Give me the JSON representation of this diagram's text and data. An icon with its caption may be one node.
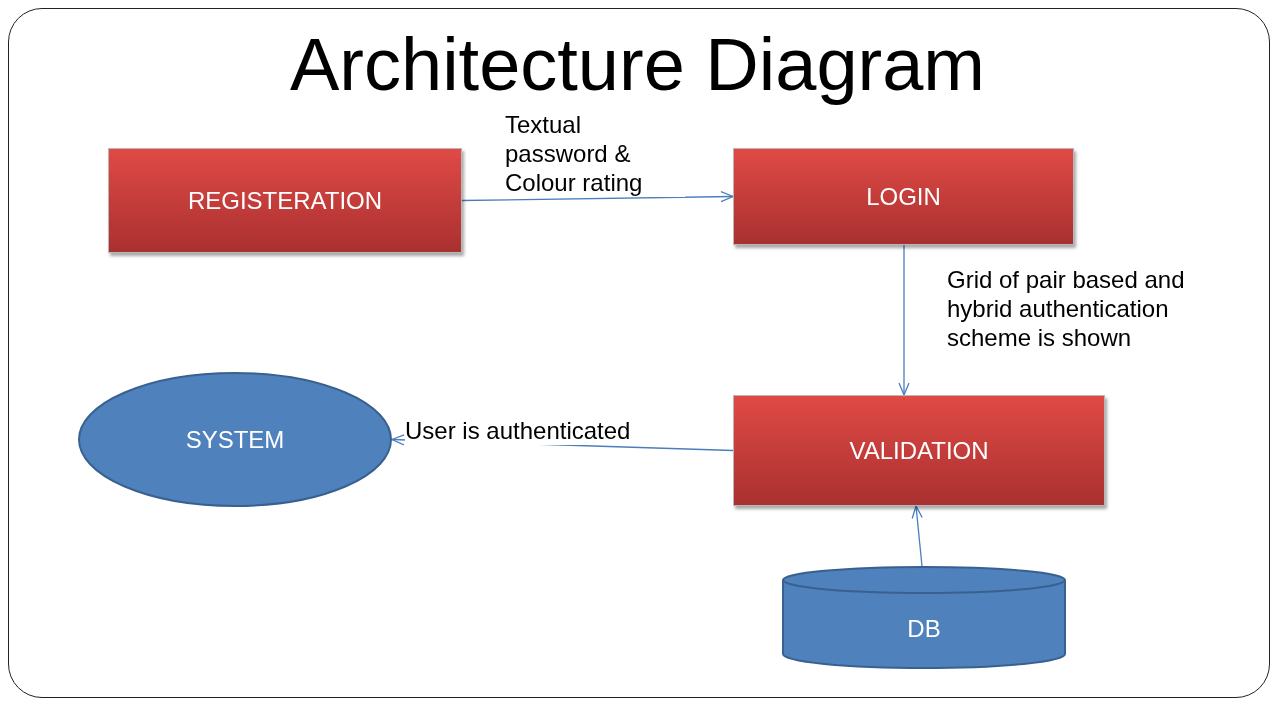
{
  "diagram": {
    "title": "Architecture Diagram",
    "nodes": [
      {
        "text": [
          "REGISTERATION"
        ]
      },
      {
        "text": [
          "LOGIN"
        ]
      },
      {
        "text": [
          "VALIDATION"
        ]
      },
      {
        "text": [
          "SYSTEM"
        ]
      },
      {
        "text": [
          "DB"
        ]
      }
    ],
    "edges": [
      {
        "from": 0,
        "to": 1,
        "arrow": "to",
        "label": "Textual password & Colour rating"
      },
      {
        "from": 1,
        "to": 2,
        "arrow": "to",
        "label": "Grid of pair based and hybrid authentication scheme is shown"
      },
      {
        "from": 2,
        "to": 3,
        "arrow": "to",
        "label": "User is authenticated"
      },
      {
        "from": 4,
        "to": 2,
        "arrow": "to"
      }
    ]
  }
}
